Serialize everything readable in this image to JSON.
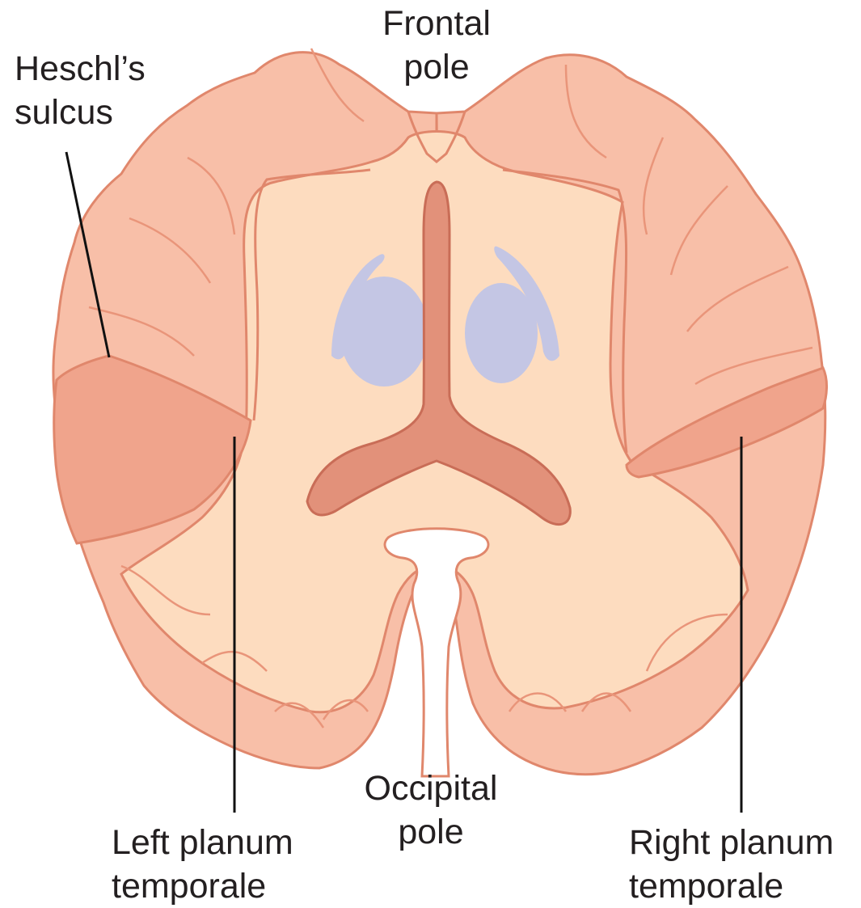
{
  "labels": {
    "frontal_pole": [
      "Frontal",
      "pole"
    ],
    "heschls_sulcus": [
      "Heschl’s",
      "sulcus"
    ],
    "occipital_pole": [
      "Occipital",
      "pole"
    ],
    "left_planum_temporale": [
      "Left planum",
      "temporale"
    ],
    "right_planum_temporale": [
      "Right planum",
      "temporale"
    ]
  },
  "colors": {
    "cortex": "#f8bfa8",
    "cortex_outline": "#e0876c",
    "white_matter": "#fddcbf",
    "ventricle": "#e2917a",
    "ventricle_outline": "#c96d57",
    "basal_ganglia": "#c4c6e4",
    "planum_temporale": "#f0a48c",
    "leader_line": "#111111",
    "text": "#231f20"
  }
}
